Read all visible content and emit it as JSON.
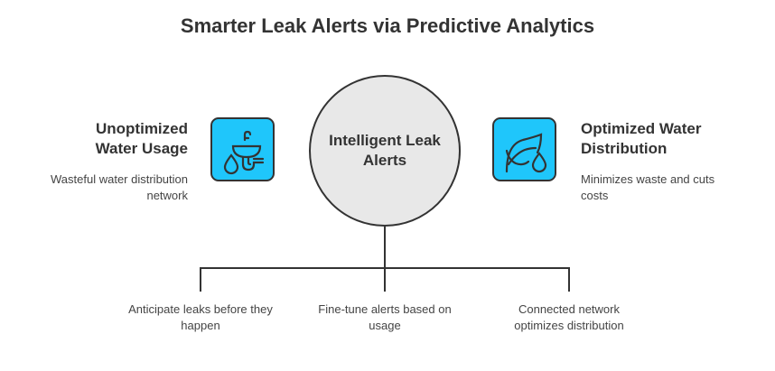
{
  "title": "Smarter Leak Alerts via Predictive Analytics",
  "center": {
    "label": "Intelligent Leak Alerts"
  },
  "left": {
    "heading": "Unoptimized Water Usage",
    "description": "Wasteful water distribution network",
    "icon": "sink-drop-icon"
  },
  "right": {
    "heading": "Optimized Water Distribution",
    "description": "Minimizes waste and cuts costs",
    "icon": "leaf-drop-icon"
  },
  "branches": [
    {
      "text": "Anticipate leaks before they happen"
    },
    {
      "text": "Fine-tune alerts based on usage"
    },
    {
      "text": "Connected network optimizes distribution"
    }
  ],
  "colors": {
    "accent": "#1fc6fb",
    "circle": "#e8e8e8",
    "stroke": "#333333"
  }
}
